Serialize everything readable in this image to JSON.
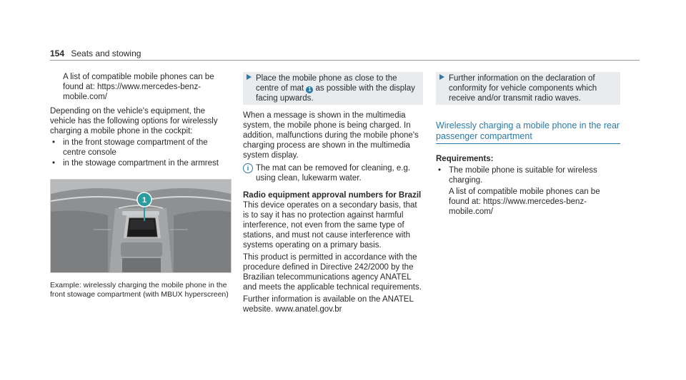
{
  "header": {
    "page_number": "154",
    "section": "Seats and stowing"
  },
  "col1": {
    "intro": "A list of compatible mobile phones can be found at: https://www.mercedes-benz-mobile.com/",
    "depending": "Depending on the vehicle's equipment, the vehicle has the following options for wirelessly charging a mobile phone in the cockpit:",
    "bullets": [
      "in the front stowage compartment of the centre console",
      "in the stowage compartment in the armrest"
    ],
    "figure_callout": "1",
    "caption": "Example: wirelessly charging the mobile phone in the front stowage compartment (with MBUX hyperscreen)"
  },
  "col2": {
    "step_pre": "Place the mobile phone as close to the centre of mat",
    "step_badge": "1",
    "step_post": "as possible with the display facing upwards.",
    "message": "When a message is shown in the multimedia system, the mobile phone is being charged. In addition, malfunctions during the mobile phone's charging process are shown in the multimedia system display.",
    "note_icon": "i",
    "note": "The mat can be removed for cleaning, e.g. using clean, lukewarm water.",
    "radio_heading": "Radio equipment approval numbers for Brazil",
    "radio_p1": "This device operates on a secondary basis, that is to say it has no protection against harmful interference, not even from the same type of stations, and must not cause interference with systems operating on a primary basis.",
    "radio_p2": "This product is permitted in accordance with the procedure defined in Directive 242/2000 by the Brazilian telecommunications agency ANATEL and meets the applicable technical requirements.",
    "radio_p3": "Further information is available on the ANATEL website. www.anatel.gov.br"
  },
  "col3": {
    "step": "Further information on the declaration of conformity for vehicle components which receive and/or transmit radio waves.",
    "section_heading": "Wirelessly charging a mobile phone in the rear passenger compartment",
    "requirements_label": "Requirements:",
    "req_bullet": "The mobile phone is suitable for wireless charging.",
    "req_list": "A list of compatible mobile phones can be found at: https://www.mercedes-benz-mobile.com/"
  }
}
